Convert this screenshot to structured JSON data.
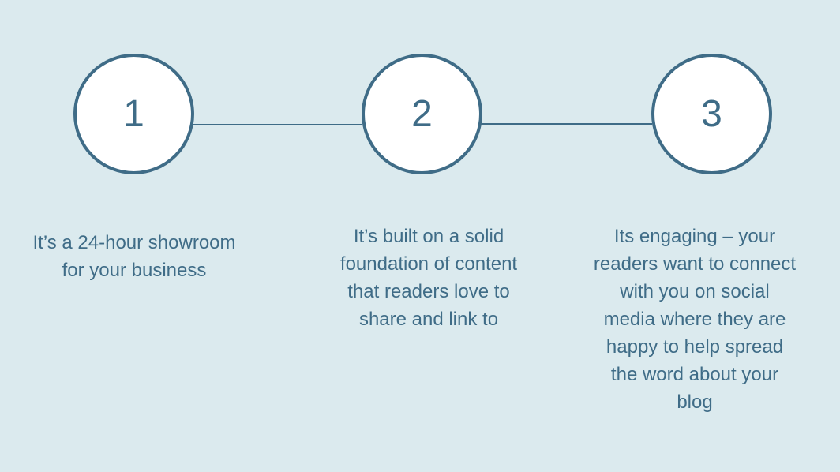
{
  "steps": [
    {
      "number": "1",
      "lines": [
        "It’s a 24-hour showroom",
        "for your business"
      ]
    },
    {
      "number": "2",
      "lines": [
        "It’s built on a solid",
        "foundation of content",
        "that readers love to",
        "share and link to"
      ]
    },
    {
      "number": "3",
      "lines": [
        "Its engaging – your",
        "readers want to connect",
        "with you on social",
        "media where they are",
        "happy to help spread",
        "the word about your",
        "blog"
      ]
    }
  ],
  "colors": {
    "background": "#dbeaee",
    "accent": "#3f6c87",
    "circle_fill": "#ffffff"
  }
}
